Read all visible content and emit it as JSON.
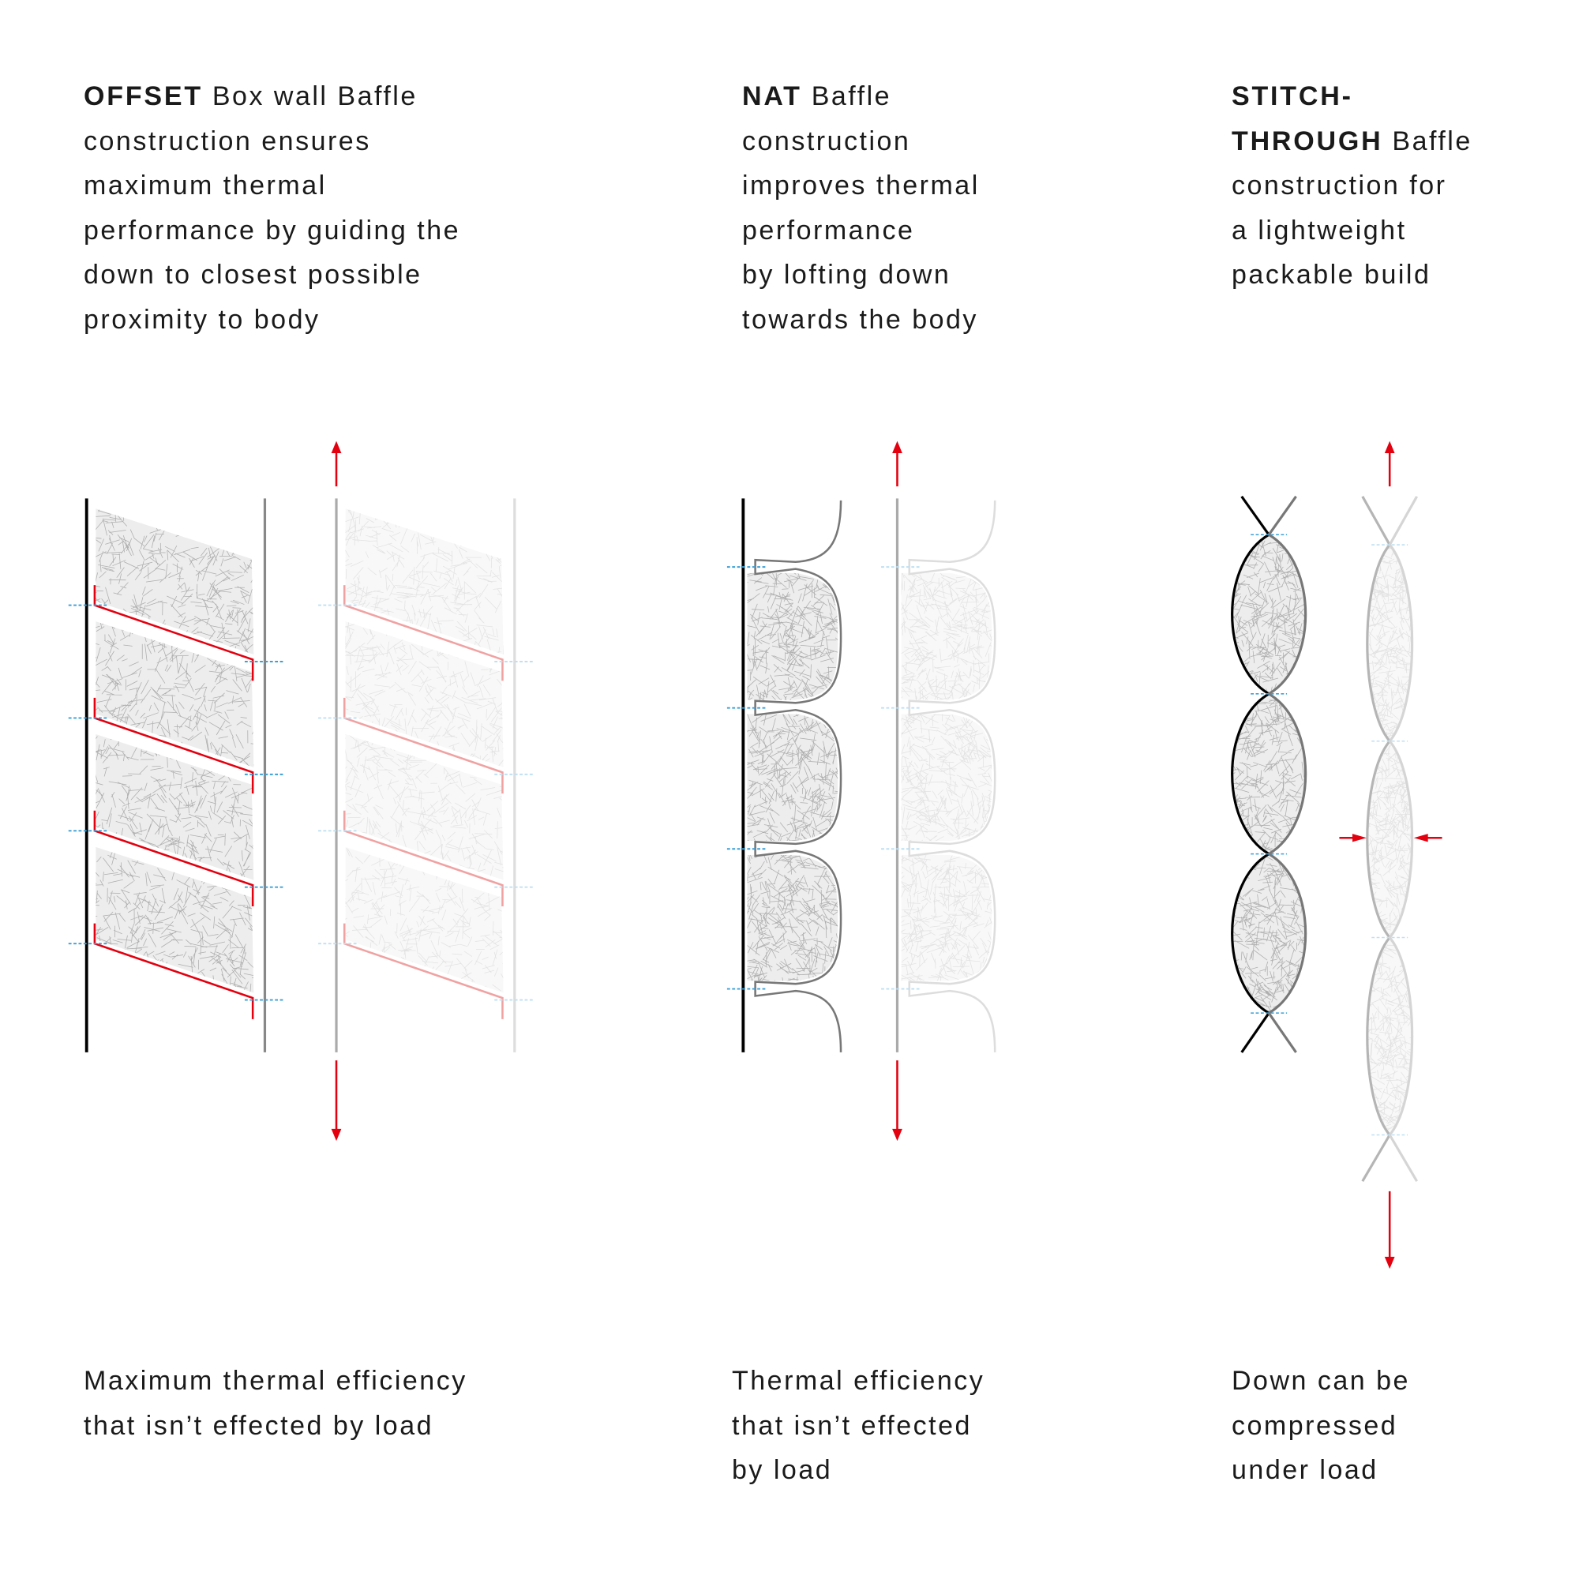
{
  "top_text": [
    {
      "lines": [
        {
          "bold": "OFFSET",
          "text": " Box wall Baffle"
        },
        {
          "text": "construction ensures"
        },
        {
          "text": "maximum thermal"
        },
        {
          "text": "performance by guiding the"
        },
        {
          "text": "down to closest possible"
        },
        {
          "text": "proximity to body"
        }
      ]
    },
    {
      "lines": [
        {
          "bold": "NAT",
          "text": " Baffle"
        },
        {
          "text": "construction"
        },
        {
          "text": "improves thermal"
        },
        {
          "text": "performance"
        },
        {
          "text": "by lofting down"
        },
        {
          "text": "towards the body"
        }
      ]
    },
    {
      "lines": [
        {
          "bold": "STITCH-"
        },
        {
          "bold": "THROUGH",
          "text": " Baffle"
        },
        {
          "text": "construction for"
        },
        {
          "text": "a lightweight"
        },
        {
          "text": "packable build"
        }
      ]
    }
  ],
  "bottom_text": [
    {
      "lines": [
        "Maximum thermal efficiency",
        "that isn’t effected by load"
      ]
    },
    {
      "lines": [
        "Thermal efficiency",
        "that isn’t effected",
        "by load"
      ]
    },
    {
      "lines": [
        "Down can be",
        "compressed",
        "under load"
      ]
    }
  ],
  "colors": {
    "load_arrow": "#e3000f",
    "baffle_red": "#e3000f",
    "stitch_blue": "#3a9fd6",
    "down_fill": "#9a9a9a",
    "text": "#1a1a1a"
  }
}
